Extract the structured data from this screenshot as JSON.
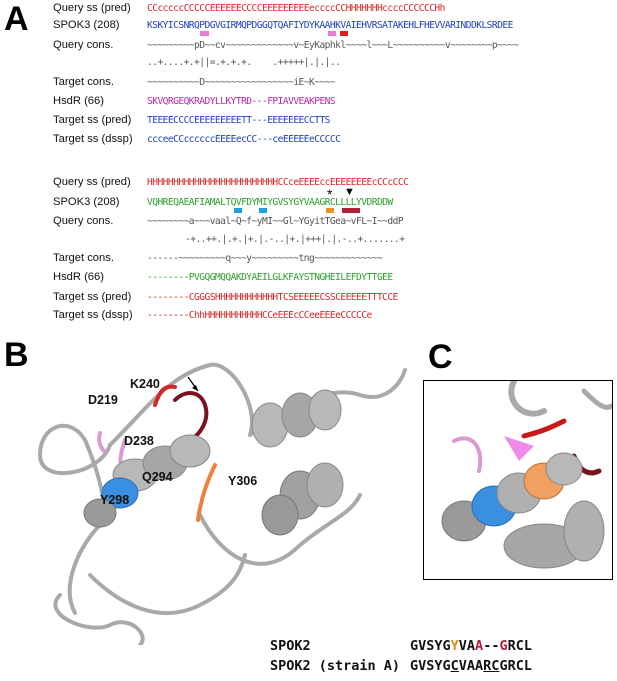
{
  "panels": {
    "a": "A",
    "b": "B",
    "c": "C"
  },
  "block1": {
    "rows": [
      {
        "label": "Query ss (pred)",
        "seq": "CCcccccCCCCCEEEEEECCCCEEEEEEEEEeccccCCHHHHHHHccccCCCCCCHh"
      },
      {
        "label": "SPOK3 (208)",
        "seq": "KSKYICSNRQPDGVGIRMQPDGGQTQAFIYDYKAAHKVAIEHVRSATAKEHLFHEVVARINDDKLSRDEE"
      },
      {
        "label": "Query cons.",
        "seq": "~~~~~~~~~pD~~cv~~~~~~~~~~~~~v~EyKaphkl~~~~l~~~L~~~~~~~~~~v~~~~~~~~p~~~~"
      },
      {
        "label": "",
        "seq": "..+....+.+||=.+.+.+.    .+++++|.|.|.."
      },
      {
        "label": "Target cons.",
        "seq": "~~~~~~~~~~D~~~~~~~~~~~~~~~~~iE~K~~~~"
      },
      {
        "label": "HsdR (66)",
        "seq": "SKVQRGEQKRADYLLKYTRD---FPIAVVEAKPENS"
      },
      {
        "label": "Target ss (pred)",
        "seq": "TEEEECCCCEEEEEEEEETT---EEEEEEECCTTS"
      },
      {
        "label": "Target ss (dssp)",
        "seq": "ccceeCCccccccEEEEecCC---ceEEEEEeCCCCC"
      }
    ]
  },
  "block2": {
    "rows": [
      {
        "label": "Query ss (pred)",
        "seq": "HHHHHHHHHHHHHHHHHHHHHHHHHCCceEEEEccEEEEEEEEcCCcCCC"
      },
      {
        "label": "SPOK3 (208)",
        "seq": "VQHREQAEAFIAMALTQVFDYMIYGVSYGYVAAGRCLLLLYVDRDDW"
      },
      {
        "label": "Query cons.",
        "seq": "~~~~~~~~a~~~vaal~Q~f~yMI~~Gl~YGyitTGea~vFL~I~~ddP"
      },
      {
        "label": "",
        "seq": "-+..++.|.+.|+.|.-..|+.|+++|.|.-..+.......+"
      },
      {
        "label": "Target cons.",
        "seq": "------~~~~~~~~~q~~~y~~~~~~~~~tng~~~~~~~~~~~~~"
      },
      {
        "label": "HsdR (66)",
        "seq": "--------PVGQGMQQAKDYAEILGLKFAYSTNGHEILEFDYTTGEE"
      },
      {
        "label": "Target ss (pred)",
        "seq": "--------CGGGSHHHHHHHHHHHHTCSEEEEECSSCEEEEETTTCCE"
      },
      {
        "label": "Target ss (dssp)",
        "seq": "--------ChhHHHHHHHHHHHCCeEEEcCCeeEEEeCCCCCe"
      }
    ],
    "star": "*",
    "arrow": "▼"
  },
  "structure_labels": {
    "d219": "D219",
    "k240": "K240",
    "d238": "D238",
    "q294": "Q294",
    "y306": "Y306",
    "y298": "Y298"
  },
  "bottom": {
    "spok2_label": "SPOK2",
    "strainA_label": "SPOK2 (strain A)",
    "spok2_seq_a": "GVSYG",
    "spok2_seq_y": "Y",
    "spok2_seq_va": "VA",
    "spok2_seq_a2": "A",
    "spok2_seq_dash": "--",
    "spok2_seq_g": "G",
    "spok2_seq_rcl": "RCL",
    "strain_seq_a": "GVSYG",
    "strain_seq_c": "C",
    "strain_seq_vaa": "VAA",
    "strain_seq_rc": "RC",
    "strain_seq_grcl": "GRCL"
  },
  "colors": {
    "helix": "#d62728",
    "strand": "#1f3fbf",
    "hydrophobic": "#2ca02c",
    "polar": "#c026b0",
    "orange": "#e08a1a",
    "maroon": "#b01e3c",
    "cyan": "#1aa3e0",
    "ribbon": "#a9a9a9"
  }
}
